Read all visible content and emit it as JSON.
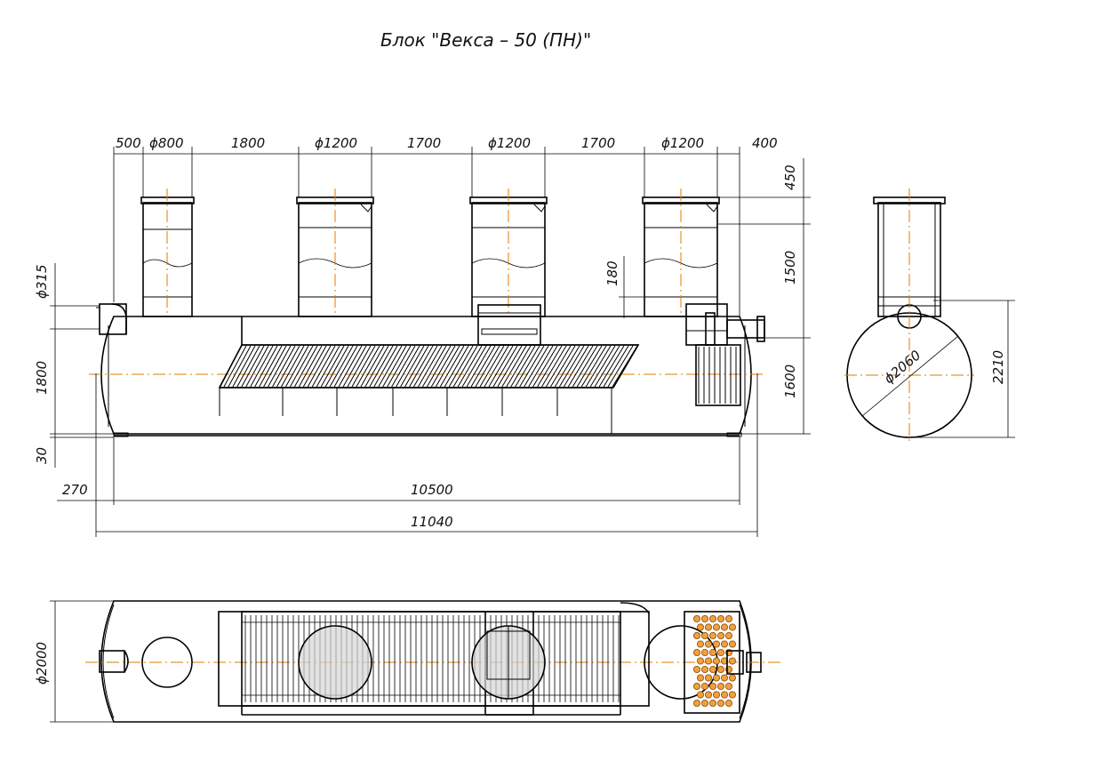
{
  "title": "Блок \"Векса – 50 (ПН)\"",
  "dimensions": {
    "top_500": "500",
    "top_d800": "ϕ800",
    "top_1800": "1800",
    "top_d1200_a": "ϕ1200",
    "top_1700_a": "1700",
    "top_d1200_b": "ϕ1200",
    "top_1700_b": "1700",
    "top_d1200_c": "ϕ1200",
    "top_400": "400",
    "right_450": "450",
    "right_1500": "1500",
    "right_1600": "1600",
    "left_d315": "ϕ315",
    "left_1800": "1800",
    "left_30": "30",
    "mid_180": "180",
    "bottom_270": "270",
    "bottom_10500": "10500",
    "bottom_11040": "11040",
    "side_d2060": "ϕ2060",
    "side_2210": "2210",
    "plan_d2000": "ϕ2000"
  },
  "colors": {
    "axis_line": "#e07b00",
    "bead_fill": "#f0a040"
  }
}
